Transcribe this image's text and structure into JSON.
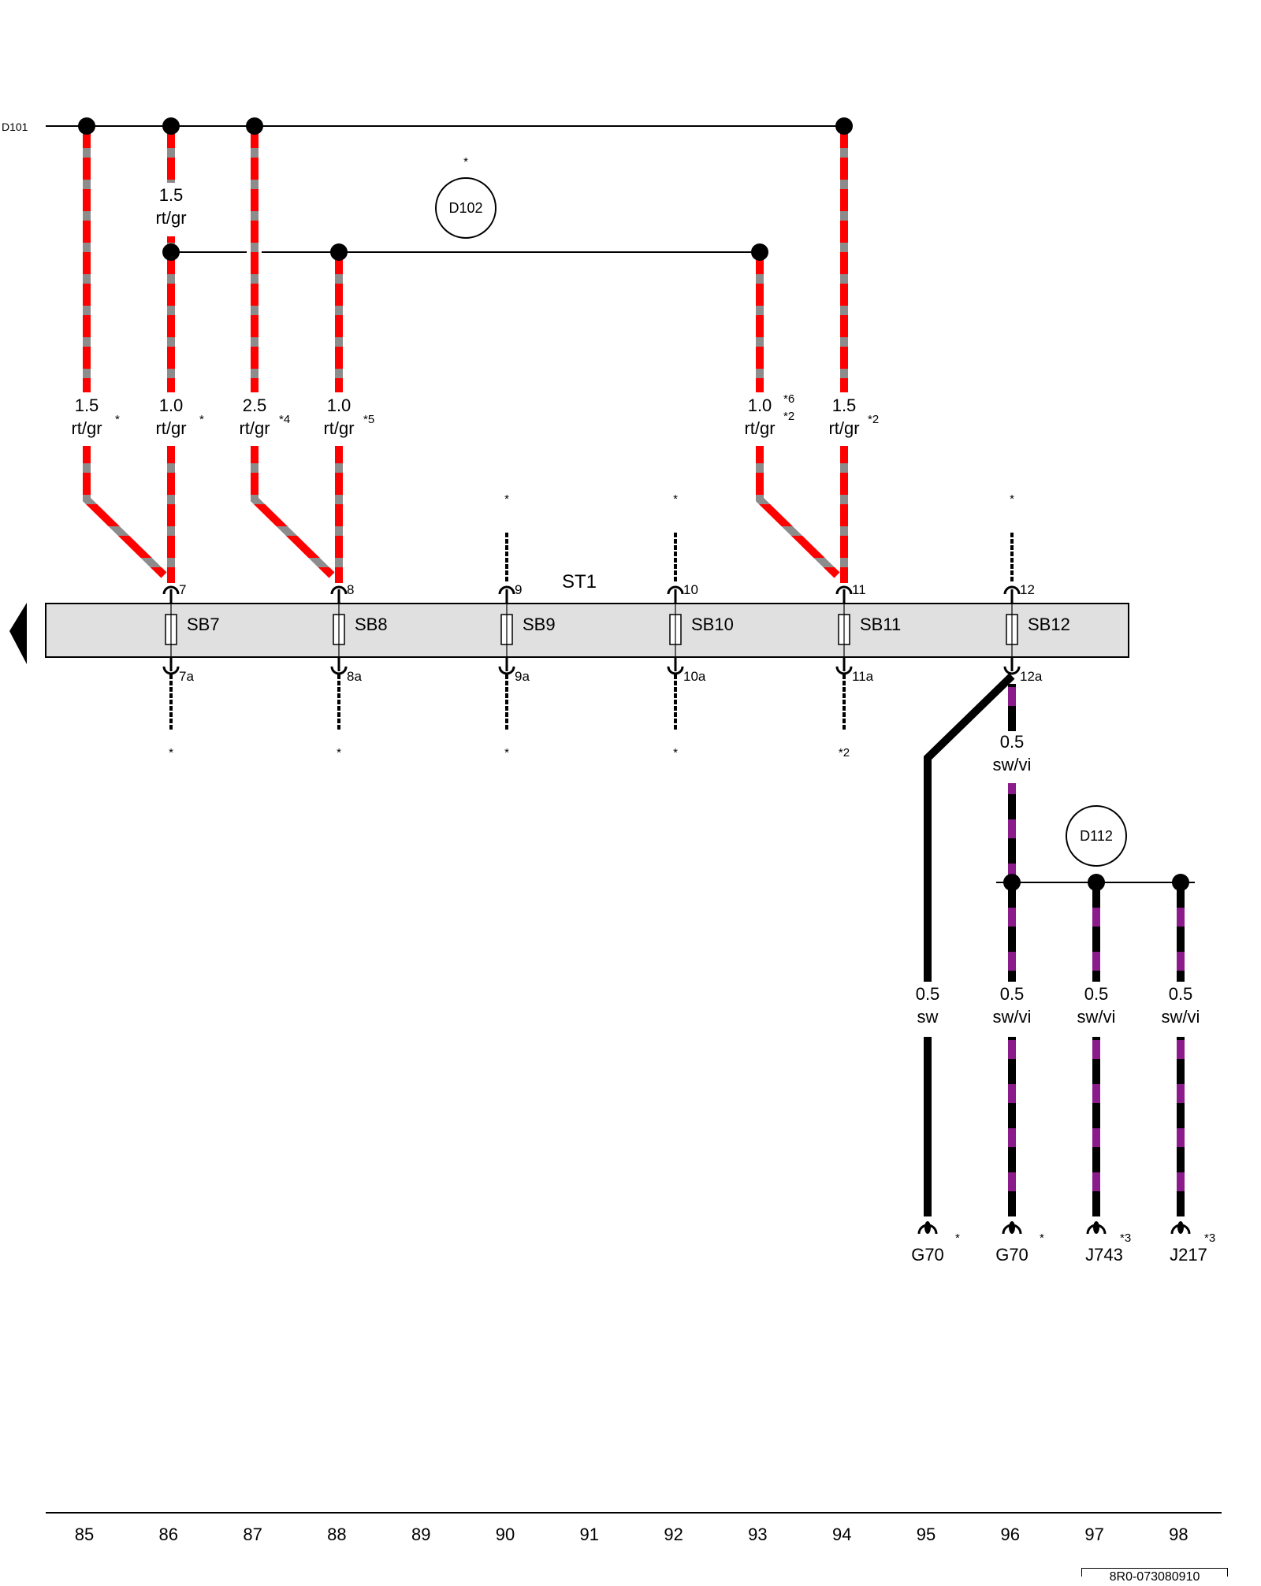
{
  "colors": {
    "red": "#ff0000",
    "grey": "#8c8c8c",
    "violet": "#8b1a8b",
    "black": "#000000",
    "fuse_bar": "#e0e0e0"
  },
  "bus_labels": {
    "d101": "D101"
  },
  "connectors": {
    "d102": "D102",
    "d112": "D112"
  },
  "fuse_block": {
    "name": "ST1"
  },
  "fuses": [
    {
      "id": "SB7",
      "top": "7",
      "bottom": "7a",
      "bottom_note": "*"
    },
    {
      "id": "SB8",
      "top": "8",
      "bottom": "8a",
      "bottom_note": "*"
    },
    {
      "id": "SB9",
      "top": "9",
      "bottom": "9a",
      "bottom_note": "*"
    },
    {
      "id": "SB10",
      "top": "10",
      "bottom": "10a",
      "bottom_note": "*"
    },
    {
      "id": "SB11",
      "top": "11",
      "bottom": "11a",
      "bottom_note": "*2"
    },
    {
      "id": "SB12",
      "top": "12",
      "bottom": "12a",
      "bottom_note": ""
    }
  ],
  "upper_wires": [
    {
      "size": "1.5",
      "color": "rt/gr",
      "note": "*"
    },
    {
      "size": "1.0",
      "color": "rt/gr",
      "note": "*"
    },
    {
      "size": "2.5",
      "color": "rt/gr",
      "note": "*4"
    },
    {
      "size": "1.0",
      "color": "rt/gr",
      "note": "*5"
    },
    {
      "size": "1.0",
      "color": "rt/gr",
      "note": "*6",
      "note2": "*2"
    },
    {
      "size": "1.5",
      "color": "rt/gr",
      "note": "*2"
    }
  ],
  "branch_wire": {
    "size": "1.5",
    "color": "rt/gr"
  },
  "top_notes": {
    "d102": "*",
    "fuse9": "*",
    "fuse10": "*",
    "fuse12": "*"
  },
  "lower_wires": [
    {
      "size": "0.5",
      "color": "sw/vi"
    },
    {
      "size": "0.5",
      "color": "sw"
    },
    {
      "size": "0.5",
      "color": "sw/vi"
    },
    {
      "size": "0.5",
      "color": "sw/vi"
    },
    {
      "size": "0.5",
      "color": "sw/vi"
    }
  ],
  "components": [
    {
      "name": "G70",
      "note": "*"
    },
    {
      "name": "G70",
      "note": "*"
    },
    {
      "name": "J743",
      "note": "*3"
    },
    {
      "name": "J217",
      "note": "*3"
    }
  ],
  "track_numbers": [
    "85",
    "86",
    "87",
    "88",
    "89",
    "90",
    "91",
    "92",
    "93",
    "94",
    "95",
    "96",
    "97",
    "98"
  ],
  "reference": "8R0-073080910"
}
